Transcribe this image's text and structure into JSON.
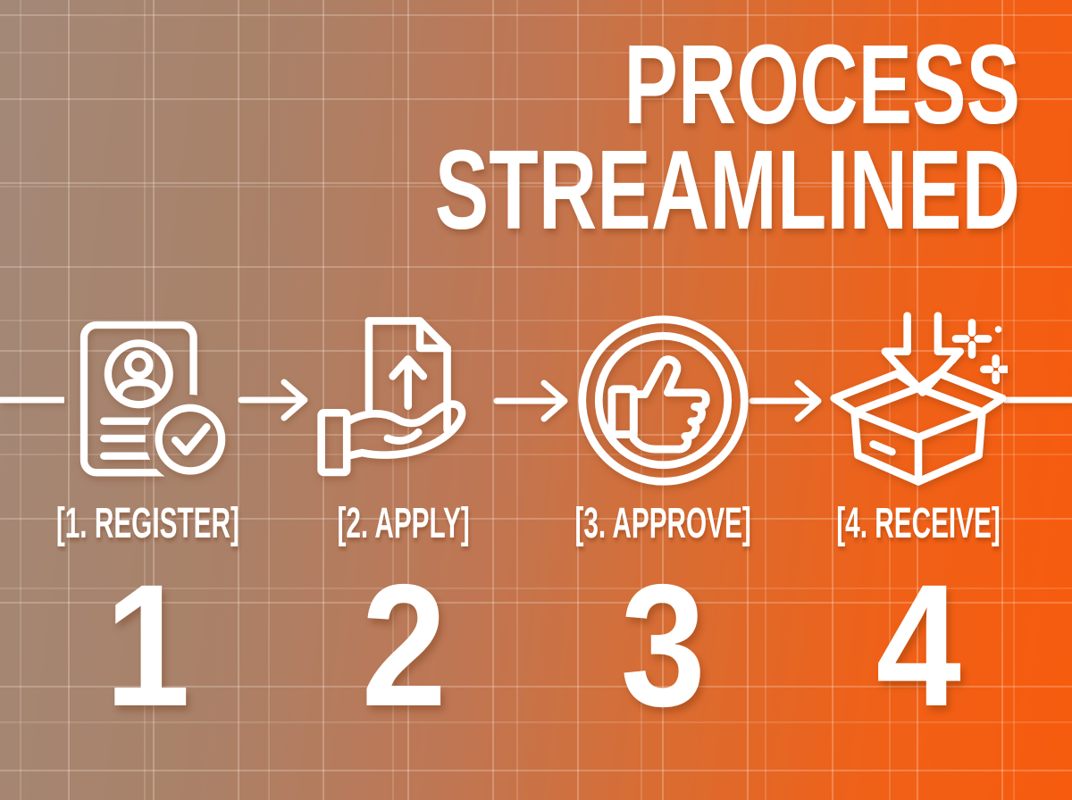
{
  "poster": {
    "title_line1": "PROCESS",
    "title_line2": "STREAMLINED"
  },
  "steps": [
    {
      "label": "[1. REGISTER]",
      "number": "1",
      "icon": "document-profile-check-icon"
    },
    {
      "label": "[2. APPLY]",
      "number": "2",
      "icon": "hand-upload-document-icon"
    },
    {
      "label": "[3. APPROVE]",
      "number": "3",
      "icon": "thumbs-up-circle-icon"
    },
    {
      "label": "[4. RECEIVE]",
      "number": "4",
      "icon": "open-box-download-icon"
    }
  ],
  "flow": {
    "connector_icon": "right-arrow-icon",
    "segments": 5
  },
  "colors": {
    "gradient_left": "#a38877",
    "gradient_right": "#f75b0d",
    "foreground": "#ffffff",
    "grid_line": "rgba(255,243,232,0.26)"
  }
}
